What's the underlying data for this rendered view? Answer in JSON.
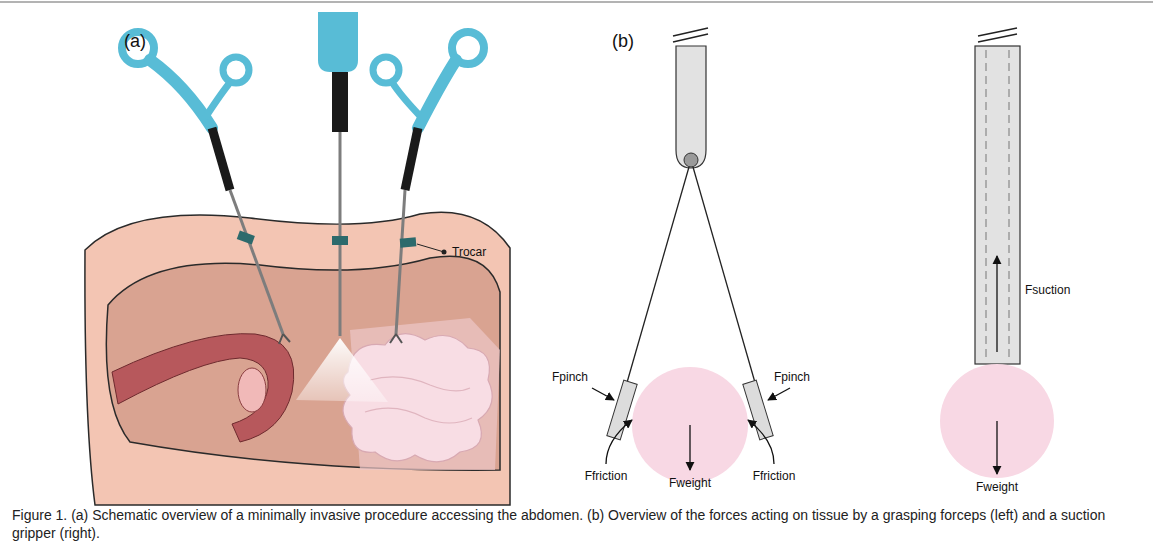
{
  "diagram": {
    "caption": "Figure 1. (a) Schematic overview of a minimally invasive procedure accessing the abdomen. (b) Overview of the forces acting on tissue by a grasping forceps (left) and a suction gripper (right).",
    "labels": [
      "(a)",
      "Trocar",
      "(b)",
      "Fpinch",
      "Fpinch",
      "Ffriction",
      "Ffriction",
      "Fweight",
      "Fsuction",
      "Fweight"
    ]
  }
}
